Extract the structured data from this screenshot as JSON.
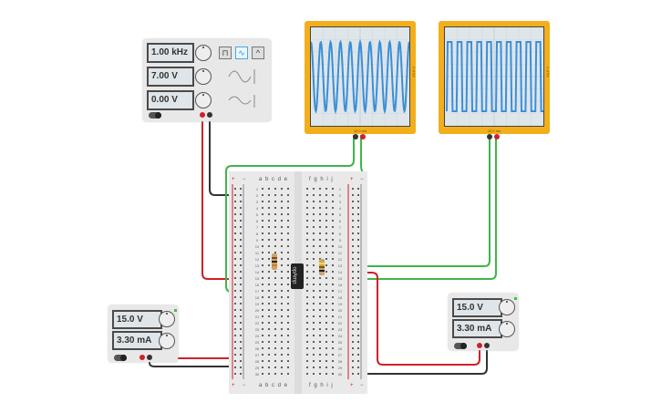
{
  "function_generator": {
    "frequency": "1.00 kHz",
    "amplitude": "7.00 V",
    "dc_offset": "0.00 V",
    "waveforms": [
      "square-wave-icon",
      "sine-wave-icon",
      "triangle-wave-icon"
    ],
    "selected_waveform": "sine"
  },
  "oscilloscope_1": {
    "waveform": "sine",
    "x_label": "10.0 ms",
    "y_label": "10.0 V",
    "cycles": 10
  },
  "oscilloscope_2": {
    "waveform": "square",
    "x_label": "10.0 ms",
    "y_label": "10.0 V",
    "cycles": 10
  },
  "breadboard": {
    "columns_left": "a b c d e",
    "columns_right": "f g h i j",
    "rail_plus": "+",
    "rail_minus": "−",
    "rows": 30,
    "chip_label": "opAmp"
  },
  "power_supply_left": {
    "voltage": "15.0 V",
    "current": "3.30 mA"
  },
  "power_supply_right": {
    "voltage": "15.0 V",
    "current": "3.30 mA"
  },
  "colors": {
    "wire_red": "#d0202a",
    "wire_black": "#333333",
    "wire_green": "#3fb54a",
    "wire_blue": "#1f9ad6",
    "scope_frame": "#f2ae1b",
    "trace": "#3b8fd9"
  }
}
